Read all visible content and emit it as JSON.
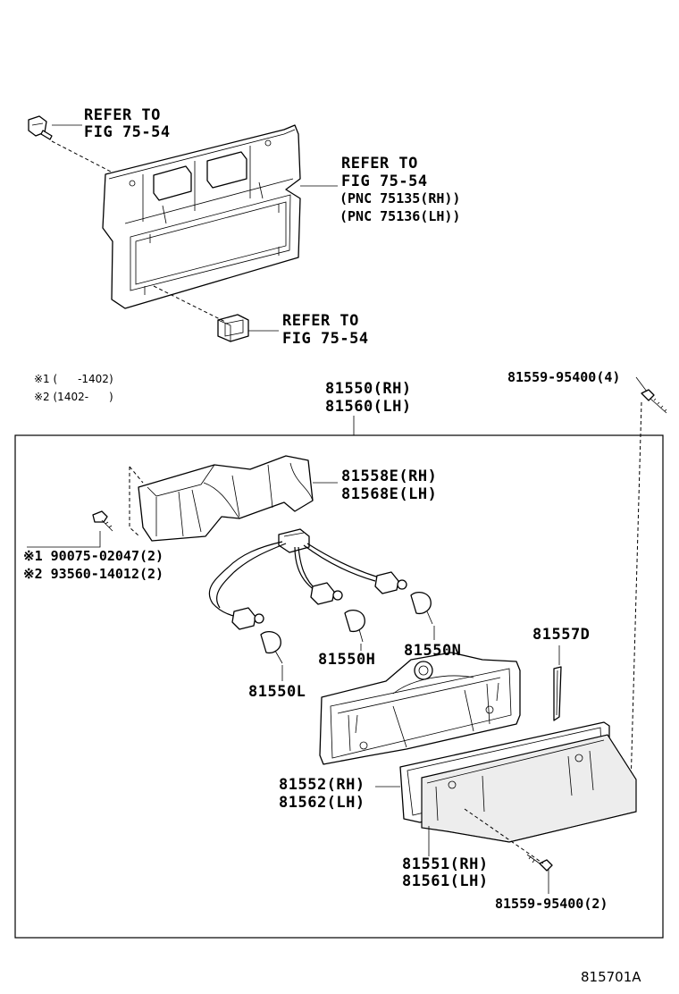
{
  "refs": {
    "top_left": [
      "REFER TO",
      "FIG 75-54"
    ],
    "top_right": [
      "REFER TO",
      "FIG 75-54",
      "(PNC 75135(RH))",
      "(PNC 75136(LH))"
    ],
    "bottom": [
      "REFER TO",
      "FIG 75-54"
    ]
  },
  "notes": {
    "note1": "※1 (      -1402)",
    "note2": "※2 (1402-      )"
  },
  "parts": {
    "assy": [
      "81550(RH)",
      "81560(LH)"
    ],
    "screw_top": "81559-95400(4)",
    "housing": [
      "81558E(RH)",
      "81568E(LH)"
    ],
    "bolt": [
      "※1 90075-02047(2)",
      "※2 93560-14012(2)"
    ],
    "socket_h": "81550H",
    "socket_n": "81550N",
    "socket_l": "81550L",
    "gasket": "81557D",
    "lens_frame": [
      "81552(RH)",
      "81562(LH)"
    ],
    "lens": [
      "81551(RH)",
      "81561(LH)"
    ],
    "screw_bottom": "81559-95400(2)"
  },
  "figure_id": "815701A"
}
